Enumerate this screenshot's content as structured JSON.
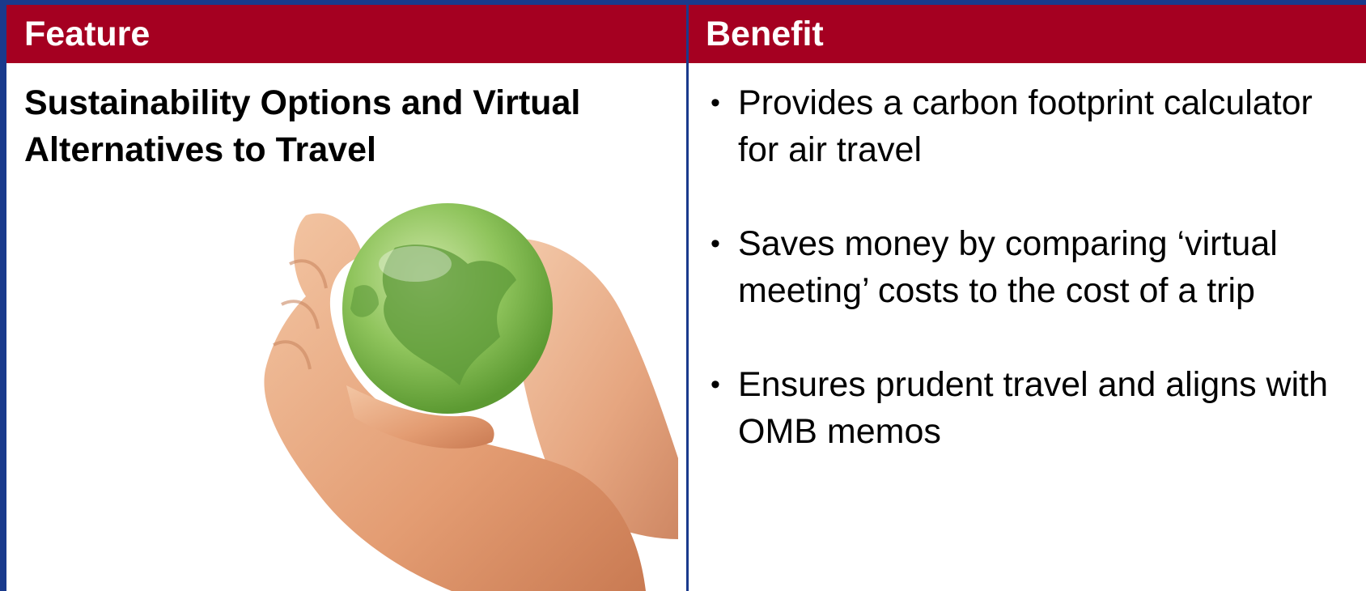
{
  "table": {
    "headers": {
      "feature": "Feature",
      "benefit": "Benefit"
    },
    "feature_text": "Sustainability Options and Virtual Alternatives to Travel",
    "benefits": [
      "Provides a carbon footprint calculator for air travel",
      "Saves money by comparing ‘virtual meeting’ costs to the cost of a trip",
      "Ensures prudent travel and aligns with OMB memos"
    ]
  },
  "image": {
    "subject": "hands-holding-green-globe-image"
  },
  "colors": {
    "header_bg": "#a50021",
    "border": "#1a3a8c"
  }
}
